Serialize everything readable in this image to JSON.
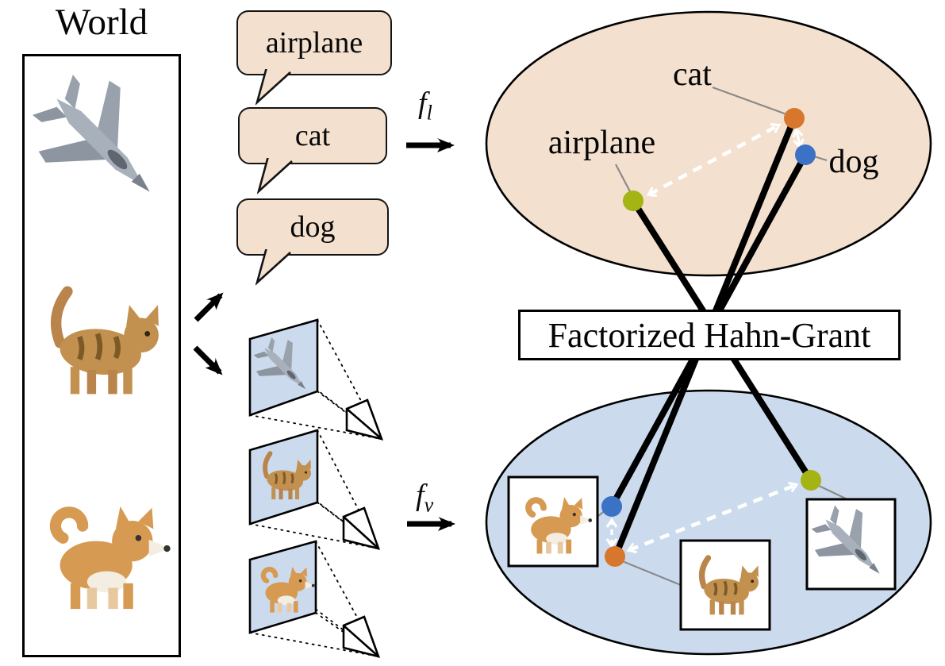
{
  "world": {
    "title": "World"
  },
  "language_bubbles": {
    "airplane": "airplane",
    "cat": "cat",
    "dog": "dog"
  },
  "encoders": {
    "language": {
      "base": "f",
      "sub": "l"
    },
    "vision": {
      "base": "f",
      "sub": "v"
    }
  },
  "language_space": {
    "cat_label": "cat",
    "airplane_label": "airplane",
    "dog_label": "dog"
  },
  "matcher_box": {
    "label": "Factorized Hahn-Grant"
  },
  "colors": {
    "language_fill": "#F3E0CE",
    "vision_fill": "#CBDBED",
    "dot_orange": "#D6772D",
    "dot_blue": "#3B72C5",
    "dot_olive": "#A4B414",
    "connector_gray": "#8A8A8A",
    "arrow_white": "#FFFFFF",
    "line_black": "#000000"
  }
}
